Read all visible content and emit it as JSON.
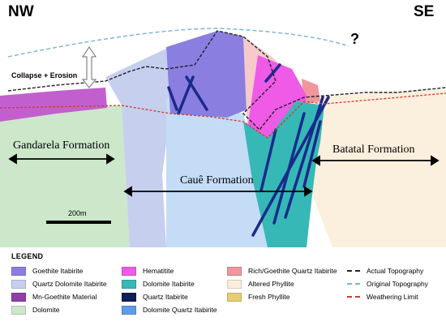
{
  "labels": {
    "nw": "NW",
    "se": "SE",
    "question": "?",
    "collapse": "Collapse + Erosion",
    "gandarela": "Gandarela Formation",
    "batatal": "Batatal Formation",
    "caue": "Cauê Formation",
    "scale": "200m"
  },
  "legend": {
    "title": "LEGEND",
    "items": [
      {
        "label": "Goethite Itabirite",
        "color": "#8a7fe0",
        "kind": "fill"
      },
      {
        "label": "Quartz Dolomite Itabirite",
        "color": "#c6cfee",
        "kind": "fill"
      },
      {
        "label": "Mn-Goethite Material",
        "color": "#8f3fa6",
        "kind": "fill"
      },
      {
        "label": "Dolomite",
        "color": "#cde7cb",
        "kind": "fill"
      },
      {
        "label": "Hematitite",
        "color": "#ef5ae6",
        "kind": "fill"
      },
      {
        "label": "Dolomite Itabirite",
        "color": "#36b8b6",
        "kind": "fill"
      },
      {
        "label": "Quartz Itabirite",
        "color": "#101d58",
        "kind": "fill"
      },
      {
        "label": "Dolomite Quartz Itabirite",
        "color": "#5f9be8",
        "kind": "fill"
      },
      {
        "label": "Rich/Goethite Quartz Itabirite",
        "color": "#f0969c",
        "kind": "fill"
      },
      {
        "label": "Altered Phyllite",
        "color": "#fbeedb",
        "kind": "fill"
      },
      {
        "label": "Fresh Phyllite",
        "color": "#e8cd70",
        "kind": "fill"
      },
      {
        "label": "Actual Topography",
        "color": "#222222",
        "kind": "line"
      },
      {
        "label": "Original Topography",
        "color": "#7bb3d6",
        "kind": "line"
      },
      {
        "label": "Weathering Limit",
        "color": "#d43c2c",
        "kind": "line"
      }
    ]
  }
}
